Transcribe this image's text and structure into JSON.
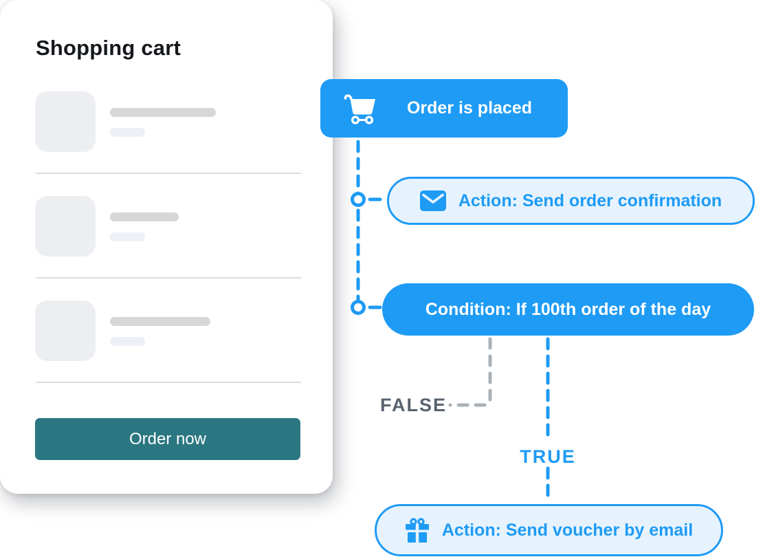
{
  "colors": {
    "accent_blue": "#1E9BF5",
    "light_blue_fill": "#E6F3FE",
    "teal_button": "#2B7781",
    "false_label_gray": "#58636E",
    "dash_gray": "#A9B1B8"
  },
  "cart_panel": {
    "title": "Shopping cart",
    "placeholder_items_count": 3,
    "order_button": {
      "label": "Order now"
    }
  },
  "flow": {
    "trigger": {
      "label": "Order is placed",
      "icon": "cart-icon"
    },
    "action_confirmation": {
      "label": "Action: Send order confirmation",
      "icon": "envelope-icon"
    },
    "condition": {
      "label": "Condition: If 100th order of the day"
    },
    "branch": {
      "false_label": "FALSE",
      "true_label": "TRUE"
    },
    "action_voucher": {
      "label": "Action: Send voucher by email",
      "icon": "gift-icon"
    }
  }
}
